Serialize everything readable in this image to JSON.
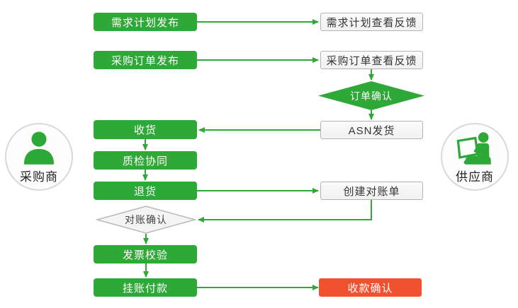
{
  "diagram": {
    "title": "purchase-supply-collaboration-flow",
    "actors": {
      "buyer": {
        "label": "采购商",
        "icon": "person-icon"
      },
      "supplier": {
        "label": "供应商",
        "icon": "person-laptop-icon"
      }
    },
    "nodes": {
      "demand_plan_publish": {
        "label": "需求计划发布",
        "type": "process",
        "lane": "buyer"
      },
      "demand_plan_feedback": {
        "label": "需求计划查看反馈",
        "type": "process",
        "lane": "supplier"
      },
      "purchase_order_publish": {
        "label": "采购订单发布",
        "type": "process",
        "lane": "buyer"
      },
      "purchase_order_feedback": {
        "label": "采购订单查看反馈",
        "type": "process",
        "lane": "supplier"
      },
      "order_confirm": {
        "label": "订单确认",
        "type": "decision",
        "lane": "supplier"
      },
      "receive_goods": {
        "label": "收货",
        "type": "process",
        "lane": "buyer"
      },
      "asn_ship": {
        "label": "ASN发货",
        "type": "process",
        "lane": "supplier"
      },
      "quality_inspection": {
        "label": "质检协同",
        "type": "process",
        "lane": "buyer"
      },
      "return_goods": {
        "label": "退货",
        "type": "process",
        "lane": "buyer"
      },
      "create_statement": {
        "label": "创建对账单",
        "type": "process",
        "lane": "supplier"
      },
      "statement_confirm": {
        "label": "对账确认",
        "type": "decision",
        "lane": "buyer"
      },
      "invoice_verify": {
        "label": "发票校验",
        "type": "process",
        "lane": "buyer"
      },
      "payment_on_account": {
        "label": "挂账付款",
        "type": "process",
        "lane": "buyer"
      },
      "payment_receipt_confirm": {
        "label": "收款确认",
        "type": "highlight",
        "lane": "supplier"
      }
    },
    "edges": [
      {
        "from": "demand_plan_publish",
        "to": "demand_plan_feedback"
      },
      {
        "from": "purchase_order_publish",
        "to": "purchase_order_feedback"
      },
      {
        "from": "purchase_order_feedback",
        "to": "order_confirm"
      },
      {
        "from": "order_confirm",
        "to": "asn_ship"
      },
      {
        "from": "asn_ship",
        "to": "receive_goods"
      },
      {
        "from": "receive_goods",
        "to": "quality_inspection"
      },
      {
        "from": "quality_inspection",
        "to": "return_goods"
      },
      {
        "from": "return_goods",
        "to": "create_statement"
      },
      {
        "from": "create_statement",
        "to": "statement_confirm"
      },
      {
        "from": "statement_confirm",
        "to": "invoice_verify"
      },
      {
        "from": "invoice_verify",
        "to": "payment_on_account"
      },
      {
        "from": "payment_on_account",
        "to": "payment_receipt_confirm"
      }
    ],
    "colors": {
      "green": "#2ea836",
      "red": "#f1512e",
      "gray_border": "#b3b3b3",
      "light_fill": "#f5f5f5",
      "circle_border": "#d9d9d9"
    }
  }
}
